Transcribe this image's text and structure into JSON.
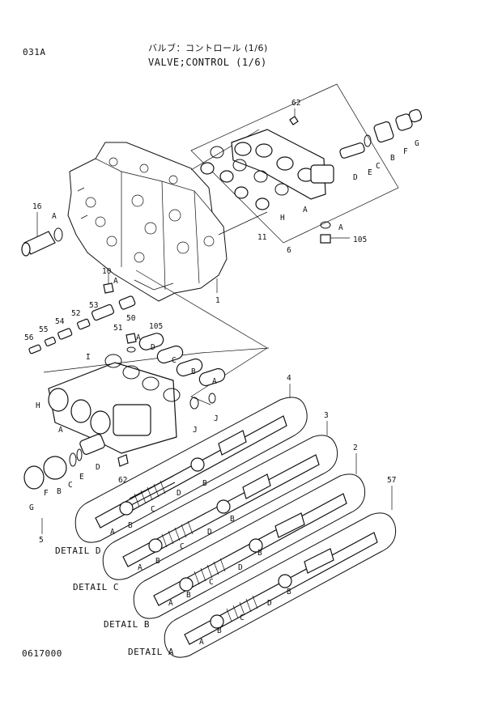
{
  "header": {
    "page_code": "031A",
    "title_jp": "バルブ：コントロール (1/6)",
    "title_en": "VALVE;CONTROL (1/6)"
  },
  "footer": {
    "doc_code": "0617000"
  },
  "detail_labels": {
    "d": "DETAIL D",
    "c": "DETAIL C",
    "b": "DETAIL B",
    "a": "DETAIL A"
  },
  "part_numbers": {
    "p1": "1",
    "p2": "2",
    "p3": "3",
    "p4": "4",
    "p5": "5",
    "p6": "6",
    "p10": "10",
    "p11": "11",
    "p16": "16",
    "p50": "50",
    "p51": "51",
    "p52": "52",
    "p53": "53",
    "p54": "54",
    "p55": "55",
    "p56": "56",
    "p57": "57",
    "p62a": "62",
    "p62b": "62",
    "p105a": "105",
    "p105b": "105"
  },
  "letters": {
    "A": "A",
    "B": "B",
    "C": "C",
    "D": "D",
    "E": "E",
    "F": "F",
    "G": "G",
    "H": "H",
    "I": "I",
    "J": "J"
  }
}
